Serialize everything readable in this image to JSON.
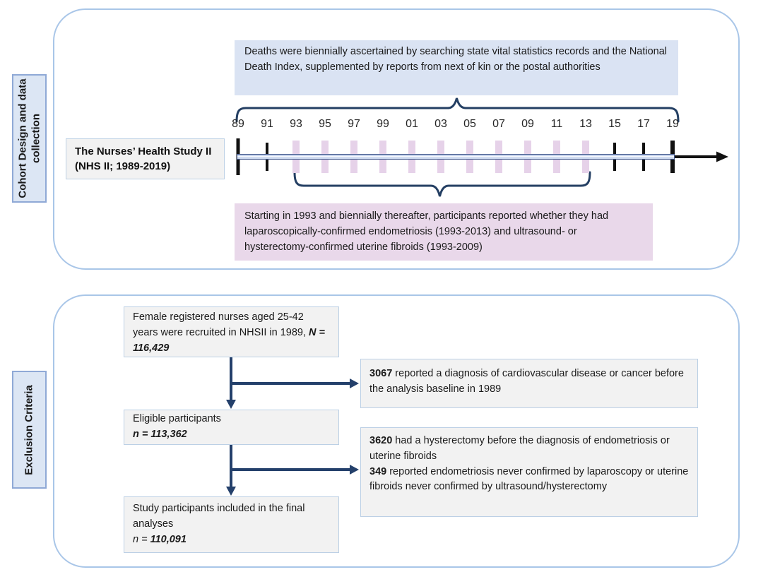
{
  "colors": {
    "navy": "#24406b",
    "panel-border": "#a9c6e8",
    "label-bg": "#dce6f4",
    "label-border": "#8fa9d6",
    "blue-note": "#dae3f3",
    "pink-note": "#e9d8ea",
    "pink-tick": "#e6d2e9",
    "gray-box": "#f2f2f2",
    "gray-box-border": "#bcd0e5",
    "bar-fill": "#c9d6ee",
    "bar-border": "#44598c",
    "text": "#1f1f1f"
  },
  "panels": {
    "cohort": {
      "side_label": "Cohort Design and data collection",
      "study_label": "The Nurses’ Health Study II (NHS II; 1989-2019)",
      "deaths_note": "Deaths were biennially ascertained by searching state vital statistics records and the National Death Index, supplemented by reports from next of kin or the postal authorities",
      "surveys_note": "Starting in 1993 and biennially thereafter, participants reported whether they had laparoscopically-confirmed endometriosis (1993-2013) and ultrasound- or hysterectomy-confirmed uterine fibroids (1993-2009)",
      "timeline": {
        "years": [
          {
            "label": "89",
            "tick": "major"
          },
          {
            "label": "91",
            "tick": "minor"
          },
          {
            "label": "93",
            "tick": "survey"
          },
          {
            "label": "95",
            "tick": "survey"
          },
          {
            "label": "97",
            "tick": "survey"
          },
          {
            "label": "99",
            "tick": "survey"
          },
          {
            "label": "01",
            "tick": "survey"
          },
          {
            "label": "03",
            "tick": "survey"
          },
          {
            "label": "05",
            "tick": "survey"
          },
          {
            "label": "07",
            "tick": "survey"
          },
          {
            "label": "09",
            "tick": "survey"
          },
          {
            "label": "11",
            "tick": "survey"
          },
          {
            "label": "13",
            "tick": "survey"
          },
          {
            "label": "15",
            "tick": "minor"
          },
          {
            "label": "17",
            "tick": "minor"
          },
          {
            "label": "19",
            "tick": "end"
          }
        ]
      }
    },
    "exclusion": {
      "side_label": "Exclusion Criteria",
      "flow": {
        "recruited": {
          "text": "Female registered nurses aged 25-42 years were recruited in NHSII in 1989, ",
          "emph": "N = 116,429"
        },
        "excluded_cvd": {
          "bold": "3067",
          "text": " reported a diagnosis of cardiovascular disease or cancer before the analysis baseline in 1989"
        },
        "eligible": {
          "text": "Eligible participants",
          "prefix": "",
          "emph": "n = 113,362"
        },
        "excluded_unconfirmed": {
          "items": [
            {
              "bold": "3620",
              "text": " had a hysterectomy before the diagnosis of endometriosis or uterine fibroids"
            },
            {
              "bold": "349",
              "text": " reported endometriosis never confirmed by laparoscopy or uterine fibroids never confirmed by ultrasound/hysterectomy"
            }
          ]
        },
        "final": {
          "text": "Study participants included in the final analyses",
          "prefix": "n = ",
          "emph": "110,091"
        }
      }
    }
  }
}
